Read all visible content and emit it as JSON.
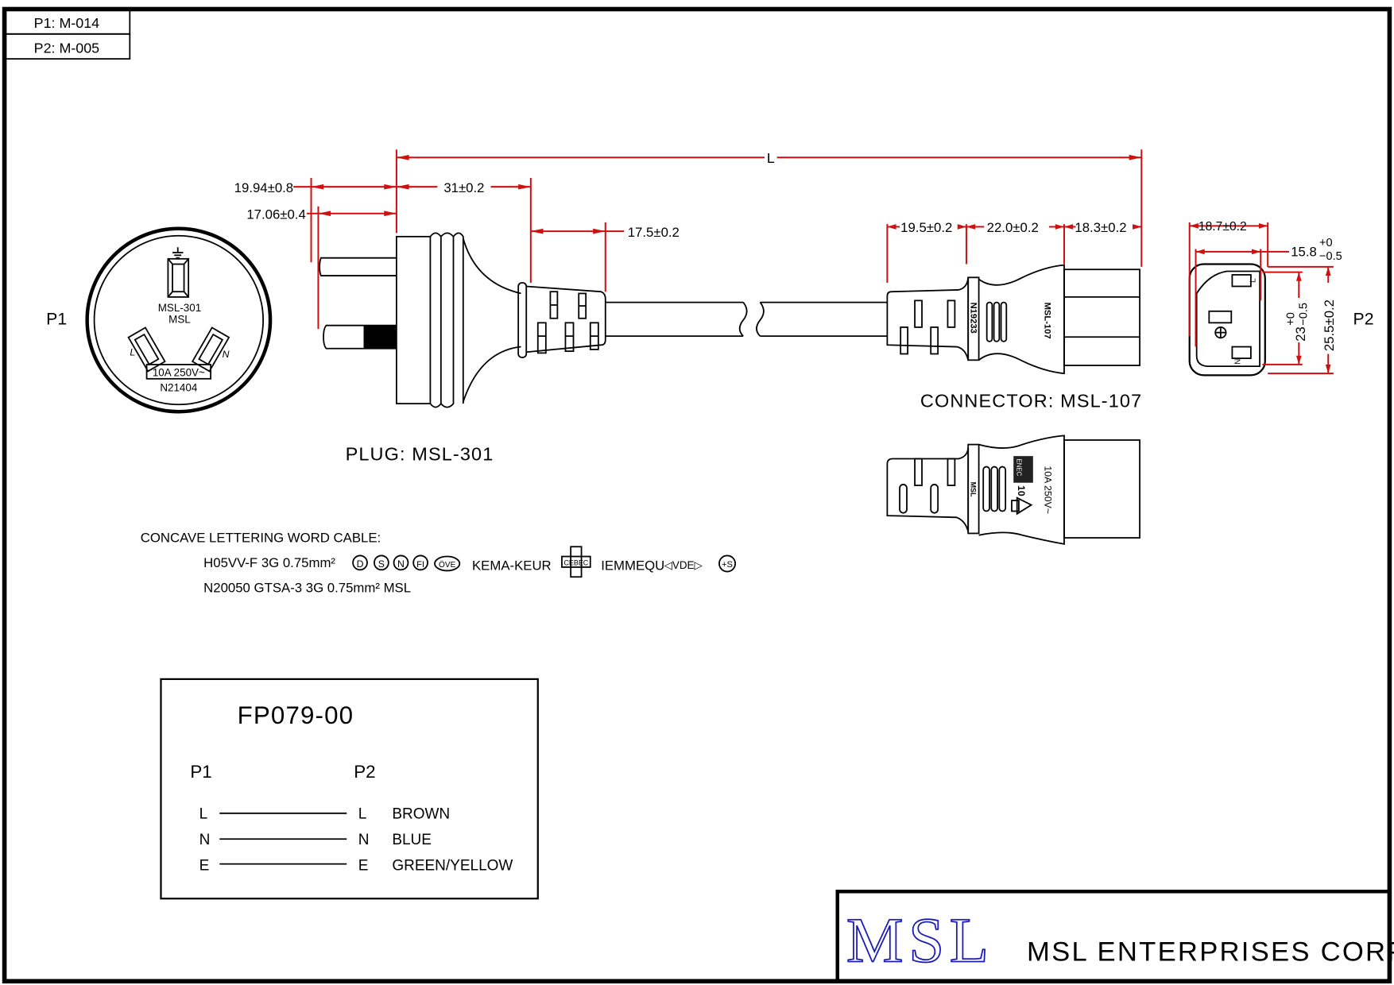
{
  "title_block": {
    "p1_ref": "P1: M-014",
    "p2_ref": "P2: M-005"
  },
  "colors": {
    "dimension": "#d01010",
    "outline": "#000000",
    "logo": "#1a1ab8"
  },
  "plug_face": {
    "label": "P1",
    "model_line1": "MSL-301",
    "model_line2": "MSL",
    "pin_left": "L",
    "pin_right": "N",
    "rating": "10A 250V~",
    "cert": "N21404",
    "earth_icon": "earth-ground-icon"
  },
  "plug_side": {
    "caption": "PLUG: MSL-301"
  },
  "dimensions": {
    "overall_length": "L",
    "pin_long": "19.94±0.8",
    "pin_short": "17.06±0.4",
    "plug_body": "31±0.2",
    "plug_strain": "17.5±0.2",
    "conn_strain": "19.5±0.2",
    "conn_grip": "22.0±0.2",
    "conn_head": "18.3±0.2",
    "face_width_outer": "18.7±0.2",
    "face_width_inner_base": "15.8",
    "face_width_inner_tol_plus": "+0",
    "face_width_inner_tol_minus": "−0.5",
    "face_height_inner_base": "23",
    "face_height_inner_tol_plus": "+0",
    "face_height_inner_tol_minus": "−0.5",
    "face_height_outer": "25.5±0.2"
  },
  "connector_side": {
    "caption": "CONNECTOR: MSL-107",
    "cert_text": "N19233",
    "model_text": "MSL-107"
  },
  "connector_top": {
    "brand_text": "MSL",
    "rating_text": "10A 250V~",
    "enec_mark": "ENEC",
    "enec_number": "10"
  },
  "connector_face": {
    "label": "P2",
    "pin_top": "L",
    "pin_bottom": "N"
  },
  "cable_note": {
    "heading": "CONCAVE LETTERING WORD CABLE:",
    "line1_prefix": "H05VV-F 3G 0.75mm²",
    "line1_marks": [
      "D",
      "S",
      "N",
      "FI",
      "ÖVE"
    ],
    "line1_kema": "KEMA-KEUR",
    "line1_cebec": "CEBEC",
    "line1_iemmequ": "IEMMEQU",
    "line1_vde": "◁VDE▷",
    "line1_last_mark": "+S",
    "line2": "N20050 GTSA-3 3G 0.75mm² MSL"
  },
  "wiring": {
    "part_number": "FP079-00",
    "p1_header": "P1",
    "p2_header": "P2",
    "rows": [
      {
        "p1": "L",
        "p2": "L",
        "color": "BROWN"
      },
      {
        "p1": "N",
        "p2": "N",
        "color": "BLUE"
      },
      {
        "p1": "E",
        "p2": "E",
        "color": "GREEN/YELLOW"
      }
    ]
  },
  "company": {
    "logo": "MSL",
    "name": "MSL ENTERPRISES CORP."
  }
}
